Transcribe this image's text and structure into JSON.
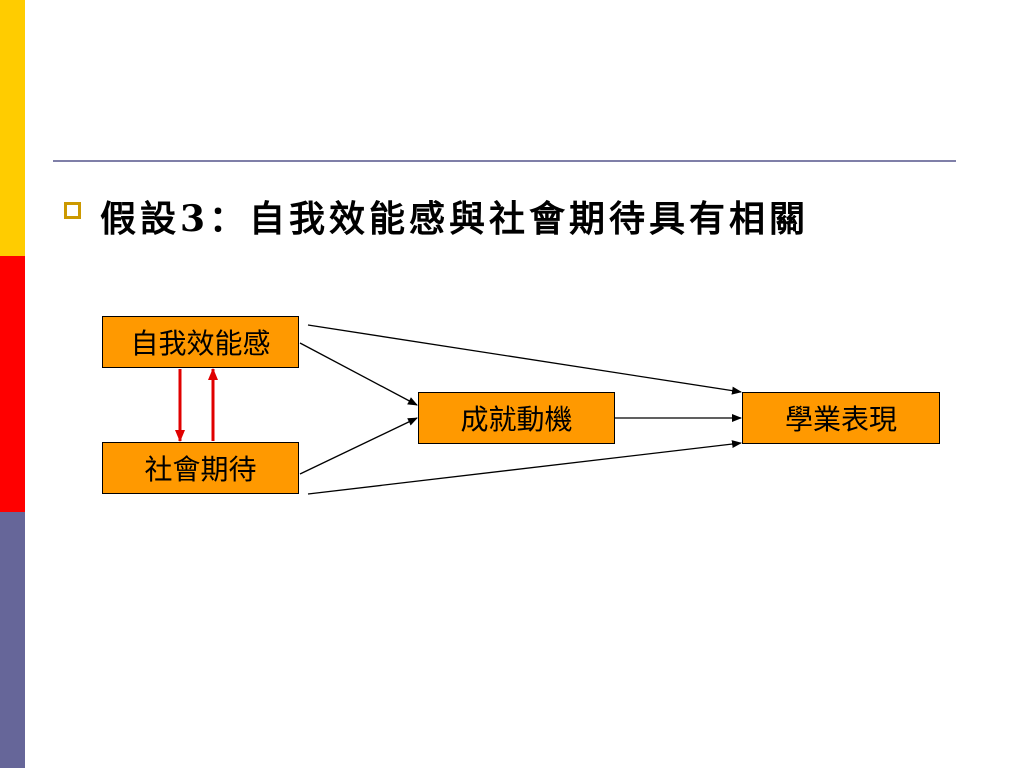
{
  "slide": {
    "heading": "假設3：自我效能感與社會期待具有相關"
  },
  "diagram": {
    "nodes": {
      "self_efficacy": "自我效能感",
      "social_expectation": "社會期待",
      "achievement_motivation": "成就動機",
      "academic_performance": "學業表現"
    }
  },
  "colors": {
    "node_fill": "#FF9900",
    "correlation_arrow": "#E00000",
    "bar_yellow": "#FFCC00",
    "bar_red": "#FF0000",
    "bar_purple": "#666699",
    "bullet": "#CC9900"
  }
}
